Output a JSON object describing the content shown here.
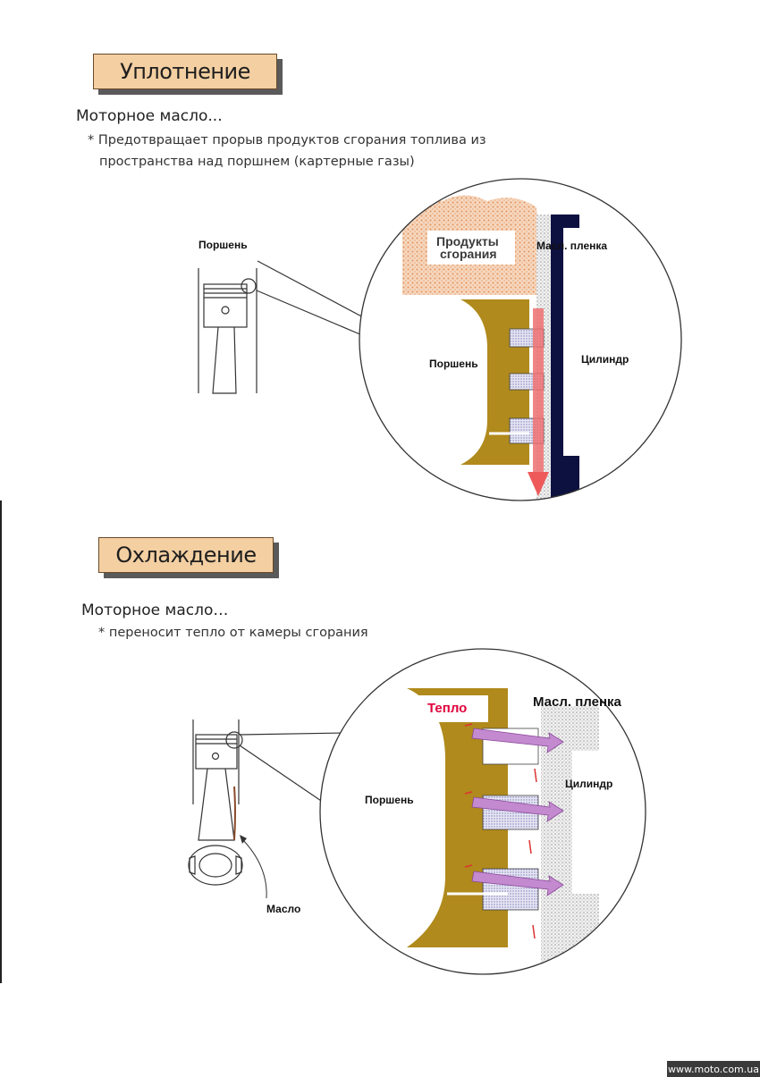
{
  "sealing": {
    "heading": "Уплотнение",
    "intro": "Моторное масло...",
    "desc_line1": "* Предотвращает прорыв продуктов сгорания топлива  из",
    "desc_line2": "пространства над поршнем  (картерные газы)",
    "labels": {
      "piston_small": "Поршень",
      "combustion_products_line1": "Продукты",
      "combustion_products_line2": "сгорания",
      "oil_film": "Масл. пленка",
      "piston": "Поршень",
      "cylinder": "Цилиндр"
    }
  },
  "cooling": {
    "heading": "Охлаждение",
    "intro": "Моторное масло…",
    "desc": "* переносит тепло от камеры сгорания",
    "labels": {
      "heat": "Тепло",
      "oil_film": "Масл. пленка",
      "piston": "Поршень",
      "cylinder": "Цилиндр",
      "oil": "Масло"
    }
  },
  "footer": {
    "site": "www.moto.com.ua"
  },
  "colors": {
    "heading_bg": "#f3cfa2",
    "piston_gold": "#b08a1c",
    "cylinder_navy": "#0d1140",
    "combustion_orange": "#f1c5a0",
    "flow_red": "#ee5a5a",
    "heat_arrow": "#c48ad0",
    "heat_label": "#e0003c"
  }
}
